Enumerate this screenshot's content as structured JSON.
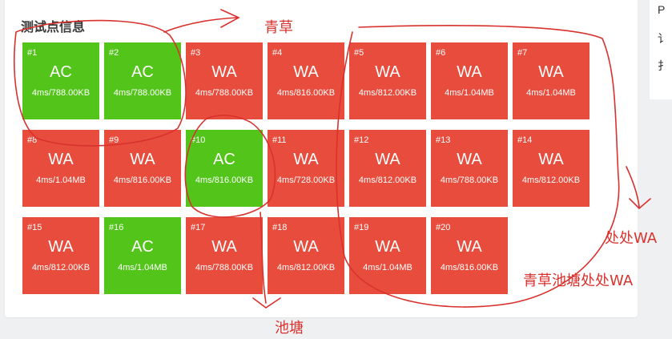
{
  "panel": {
    "title": "测试点信息"
  },
  "tests": [
    {
      "num": "#1",
      "verdict": "AC",
      "stats": "4ms/788.00KB",
      "color": "#52c41a"
    },
    {
      "num": "#2",
      "verdict": "AC",
      "stats": "4ms/788.00KB",
      "color": "#52c41a"
    },
    {
      "num": "#3",
      "verdict": "WA",
      "stats": "4ms/788.00KB",
      "color": "#e74c3c"
    },
    {
      "num": "#4",
      "verdict": "WA",
      "stats": "4ms/816.00KB",
      "color": "#e74c3c"
    },
    {
      "num": "#5",
      "verdict": "WA",
      "stats": "4ms/812.00KB",
      "color": "#e74c3c"
    },
    {
      "num": "#6",
      "verdict": "WA",
      "stats": "4ms/1.04MB",
      "color": "#e74c3c"
    },
    {
      "num": "#7",
      "verdict": "WA",
      "stats": "4ms/1.04MB",
      "color": "#e74c3c"
    },
    {
      "num": "#8",
      "verdict": "WA",
      "stats": "4ms/1.04MB",
      "color": "#e74c3c"
    },
    {
      "num": "#9",
      "verdict": "WA",
      "stats": "4ms/816.00KB",
      "color": "#e74c3c"
    },
    {
      "num": "#10",
      "verdict": "AC",
      "stats": "4ms/816.00KB",
      "color": "#52c41a"
    },
    {
      "num": "#11",
      "verdict": "WA",
      "stats": "4ms/728.00KB",
      "color": "#e74c3c"
    },
    {
      "num": "#12",
      "verdict": "WA",
      "stats": "4ms/812.00KB",
      "color": "#e74c3c"
    },
    {
      "num": "#13",
      "verdict": "WA",
      "stats": "4ms/788.00KB",
      "color": "#e74c3c"
    },
    {
      "num": "#14",
      "verdict": "WA",
      "stats": "4ms/812.00KB",
      "color": "#e74c3c"
    },
    {
      "num": "#15",
      "verdict": "WA",
      "stats": "4ms/812.00KB",
      "color": "#e74c3c"
    },
    {
      "num": "#16",
      "verdict": "AC",
      "stats": "4ms/1.04MB",
      "color": "#52c41a"
    },
    {
      "num": "#17",
      "verdict": "WA",
      "stats": "4ms/788.00KB",
      "color": "#e74c3c"
    },
    {
      "num": "#18",
      "verdict": "WA",
      "stats": "4ms/812.00KB",
      "color": "#e74c3c"
    },
    {
      "num": "#19",
      "verdict": "WA",
      "stats": "4ms/1.04MB",
      "color": "#e74c3c"
    },
    {
      "num": "#20",
      "verdict": "WA",
      "stats": "4ms/816.00KB",
      "color": "#e74c3c"
    }
  ],
  "right_panel": {
    "chars": [
      "P",
      "讠",
      "扌"
    ]
  },
  "annotations": {
    "qingcao": "青草",
    "chitang": "池塘",
    "chuchu_wa": "处处WA",
    "full_phrase": "青草池塘处处WA",
    "ink_color": "#d9322e"
  }
}
